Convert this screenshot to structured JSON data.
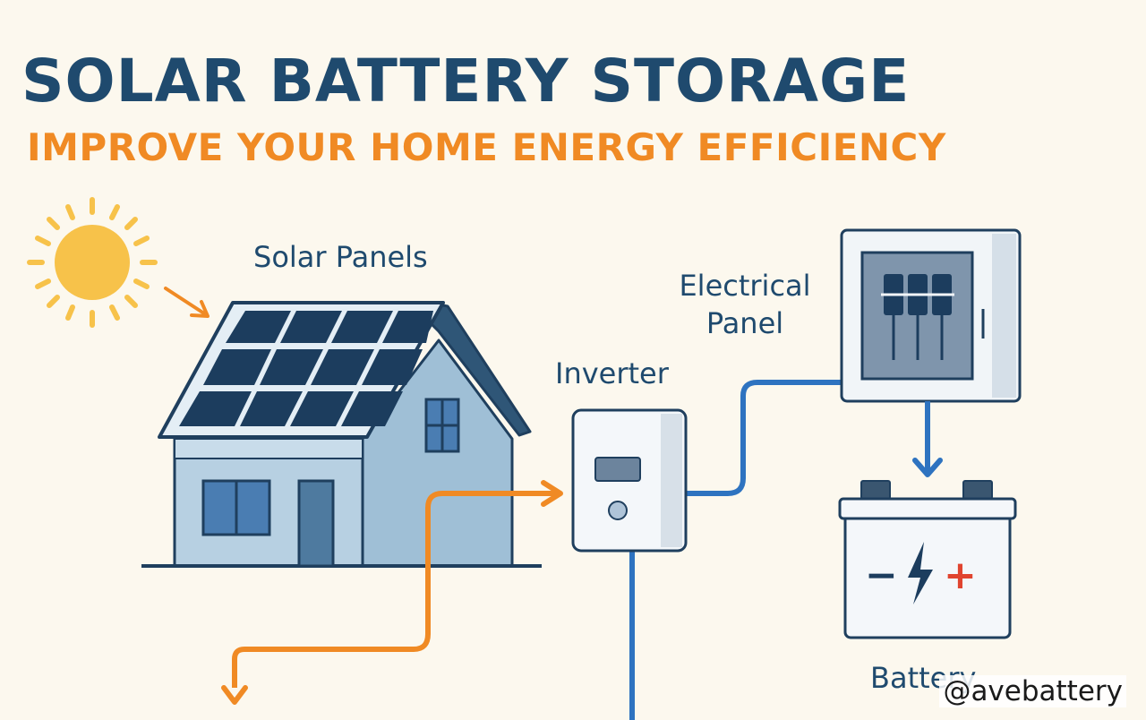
{
  "title": "SOLAR BATTERY STORAGE",
  "subtitle": "IMPROVE YOUR HOME ENERGY EFFICIENCY",
  "labels": {
    "solar_panels": "Solar Panels",
    "electrical_panel_line1": "Electrical",
    "electrical_panel_line2": "Panel",
    "inverter": "Inverter",
    "battery": "Battery"
  },
  "battery_symbols": {
    "minus": "−",
    "plus": "+"
  },
  "watermark": "@avebattery",
  "colors": {
    "background": "#FCF8EE",
    "title": "#1F4A6E",
    "subtitle": "#F08A24",
    "sun": "#F7C24A",
    "solar_flow": "#F08A24",
    "grid_flow": "#2E73C0",
    "panel_cell": "#1C3D5E",
    "house_wall": "#A9C6DA",
    "roof": "#2F5677",
    "battery_plus": "#E0442F"
  },
  "icons": [
    "sun-icon",
    "house-icon",
    "solar-panel-icon",
    "inverter-icon",
    "electrical-panel-icon",
    "battery-icon",
    "lightning-bolt-icon"
  ]
}
